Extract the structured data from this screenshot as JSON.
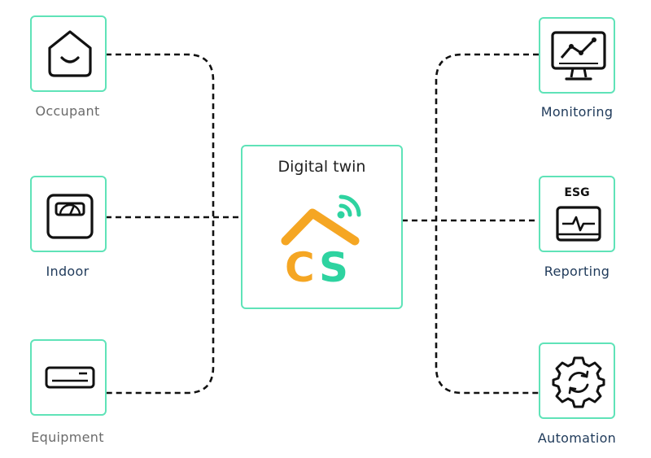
{
  "center": {
    "title": "Digital twin",
    "logo_text": "CS"
  },
  "left_nodes": [
    {
      "label": "Occupant",
      "icon": "house-smile-icon"
    },
    {
      "label": "Indoor",
      "icon": "scale-gauge-icon"
    },
    {
      "label": "Equipment",
      "icon": "air-conditioner-icon"
    }
  ],
  "right_nodes": [
    {
      "label": "Monitoring",
      "icon": "monitor-chart-icon"
    },
    {
      "label": "Reporting",
      "icon": "esg-report-icon",
      "badge": "ESG"
    },
    {
      "label": "Automation",
      "icon": "gear-sync-icon"
    }
  ],
  "colors": {
    "box_border": "#5fe3b8",
    "logo_orange": "#f5a623",
    "logo_green": "#2ed3a0",
    "label_gray": "#6b6b6b",
    "label_navy": "#1f3a5a"
  }
}
